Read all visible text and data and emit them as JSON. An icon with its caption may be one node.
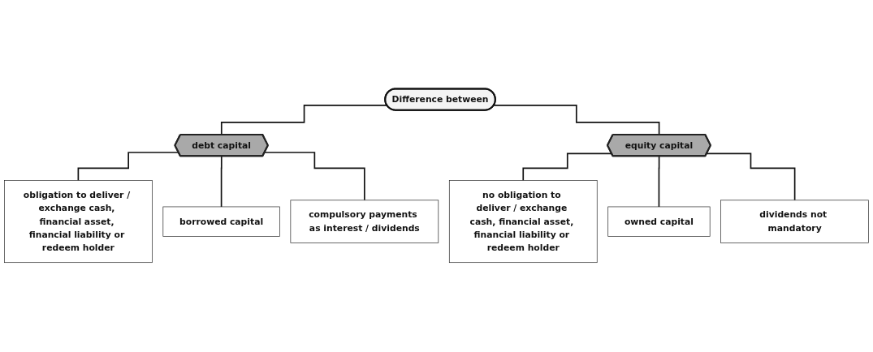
{
  "diagram": {
    "nodes": [
      {
        "text": [
          "Difference between"
        ]
      },
      {
        "text": [
          "debt capital"
        ]
      },
      {
        "text": [
          "equity capital"
        ]
      },
      {
        "text": [
          "obligation to deliver / exchange cash, financial asset, financial liability or redeem holder"
        ]
      },
      {
        "text": [
          "borrowed capital"
        ]
      },
      {
        "text": [
          "compulsory payments as interest / dividends"
        ]
      },
      {
        "text": [
          "no obligation to deliver / exchange cash, financial asset, financial liability or redeem holder"
        ]
      },
      {
        "text": [
          "owned capital"
        ]
      },
      {
        "text": [
          "dividends not mandatory"
        ]
      }
    ],
    "edges": [
      {
        "from": 0,
        "to": 1,
        "arrow": "none"
      },
      {
        "from": 0,
        "to": 2,
        "arrow": "none"
      },
      {
        "from": 1,
        "to": 3,
        "arrow": "none"
      },
      {
        "from": 1,
        "to": 4,
        "arrow": "none"
      },
      {
        "from": 1,
        "to": 5,
        "arrow": "none"
      },
      {
        "from": 2,
        "to": 6,
        "arrow": "none"
      },
      {
        "from": 2,
        "to": 7,
        "arrow": "none"
      },
      {
        "from": 2,
        "to": 8,
        "arrow": "none"
      }
    ]
  }
}
